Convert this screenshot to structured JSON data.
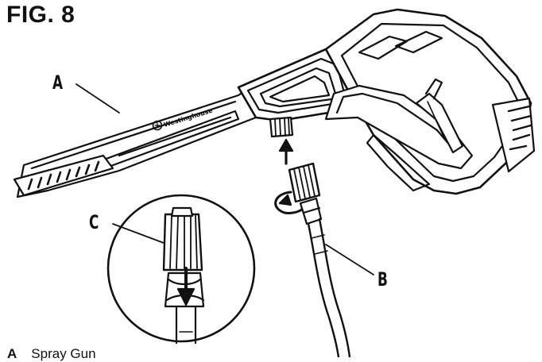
{
  "figure": {
    "title": "FIG. 8",
    "callouts": {
      "a": "A",
      "b": "B",
      "c": "C"
    },
    "legend": [
      {
        "key": "A",
        "text": "Spray Gun"
      }
    ],
    "brand": "Westinghouse"
  },
  "colors": {
    "line": "#111111",
    "background": "#ffffff",
    "shade": "#d9d9d9"
  }
}
